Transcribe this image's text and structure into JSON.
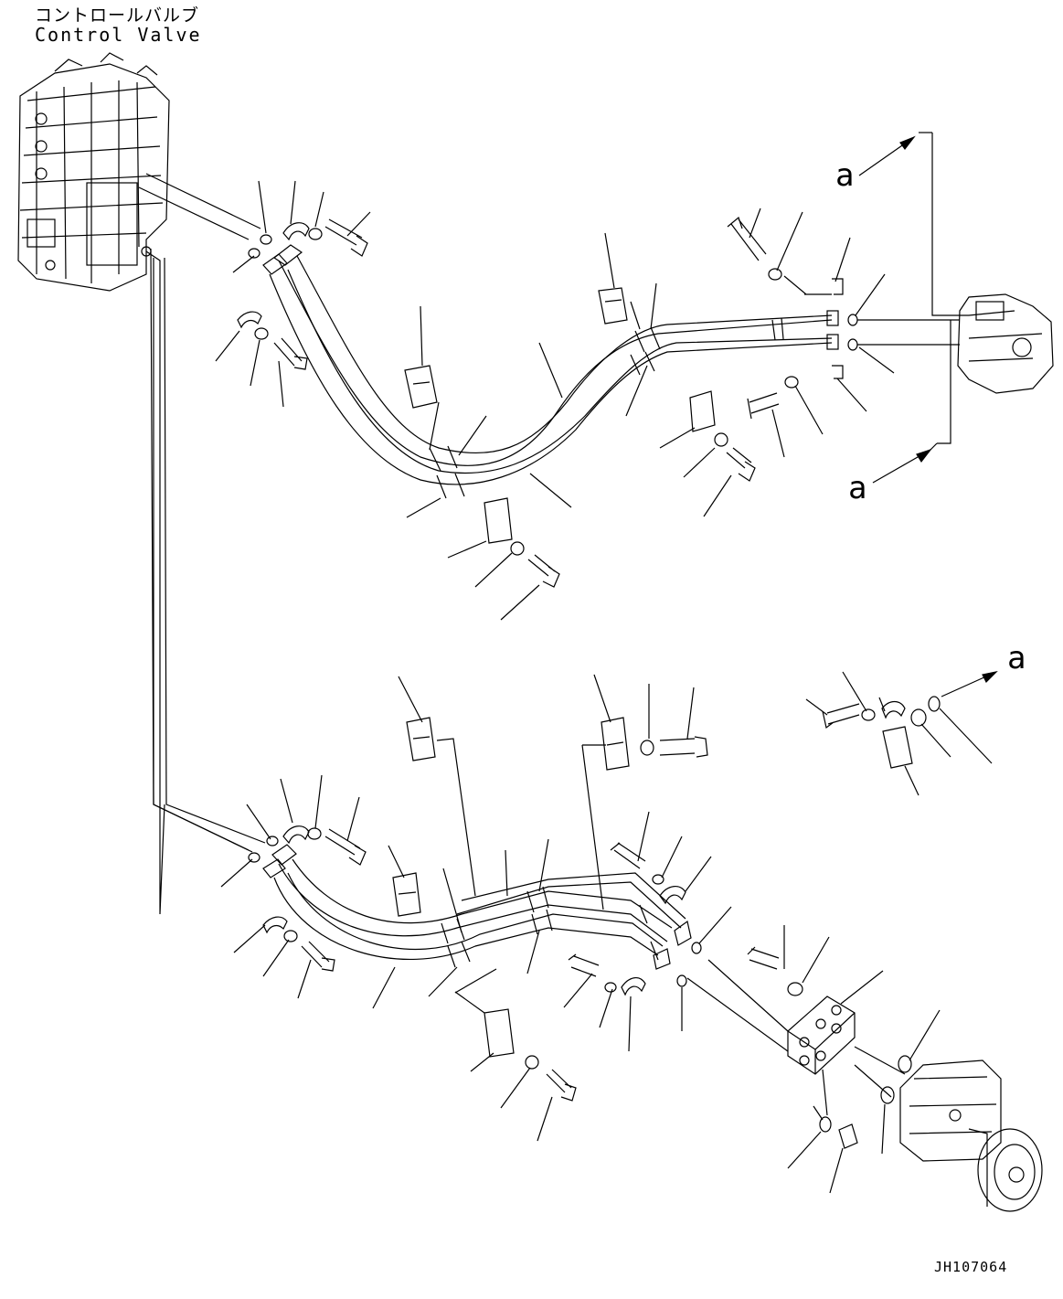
{
  "header": {
    "title_jp": "コントロールバルブ",
    "title_en": "Control Valve"
  },
  "callouts": {
    "a_top": "a",
    "a_mid": "a",
    "a_right": "a"
  },
  "footer": {
    "drawing_number": "JH107064"
  }
}
